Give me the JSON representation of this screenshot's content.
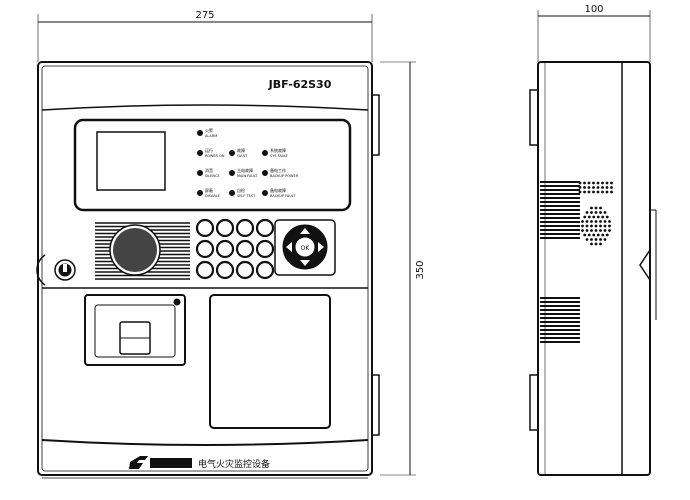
{
  "dimensions": {
    "width": "275",
    "height": "350",
    "depth": "100"
  },
  "model": "JBF-62S30",
  "product_name": "电气火灾监控设备",
  "indicators": [
    {
      "cn": "火警",
      "en": "ALARM"
    },
    {
      "cn": "运行",
      "en": "POWER ON"
    },
    {
      "cn": "故障",
      "en": "FAULT"
    },
    {
      "cn": "系统故障",
      "en": "SYS FAULT"
    },
    {
      "cn": "消音",
      "en": "SILENCE"
    },
    {
      "cn": "主电故障",
      "en": "MAIN FAULT"
    },
    {
      "cn": "备电工作",
      "en": "BACKUP POWER"
    },
    {
      "cn": "屏蔽",
      "en": "DISABLE"
    },
    {
      "cn": "自检",
      "en": "SELF TEST"
    },
    {
      "cn": "备电故障",
      "en": "BACKUP FAULT"
    }
  ],
  "nav_center": "OK"
}
